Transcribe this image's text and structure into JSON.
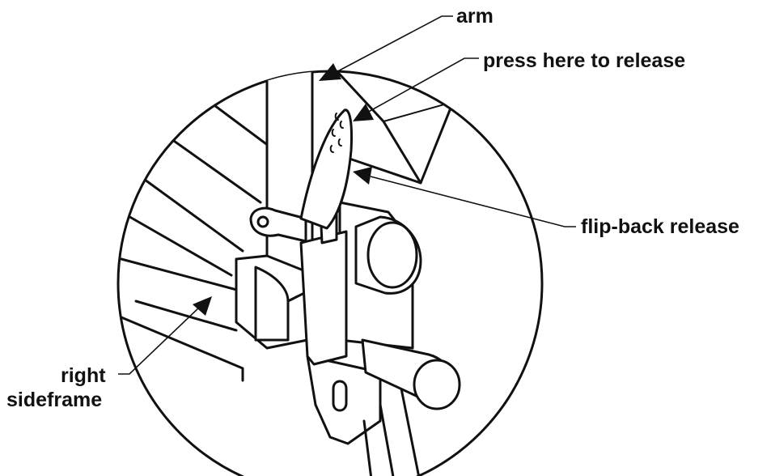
{
  "labels": {
    "arm": "arm",
    "press": "press here to release",
    "flip": "flip-back release",
    "right": "right",
    "sideframe": "sideframe"
  },
  "colors": {
    "line": "#111111",
    "background": "#ffffff"
  }
}
